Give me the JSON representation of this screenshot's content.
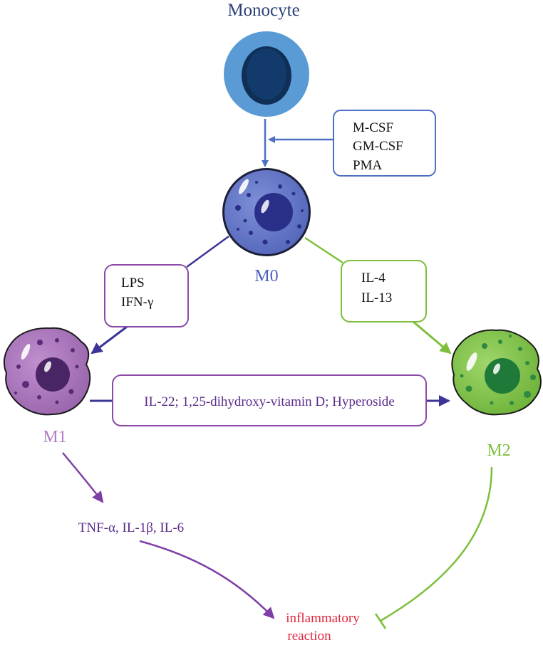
{
  "title": "Monocyte",
  "cells": {
    "m0": {
      "label": "M0"
    },
    "m1": {
      "label": "M1"
    },
    "m2": {
      "label": "M2"
    }
  },
  "boxes": {
    "differentiation": {
      "lines": [
        "M-CSF",
        "GM-CSF",
        "PMA"
      ]
    },
    "m1_inducers": {
      "lines": [
        "LPS",
        "IFN-γ"
      ]
    },
    "m2_inducers": {
      "lines": [
        "IL-4",
        "IL-13"
      ]
    },
    "repolarization": {
      "text": "IL-22; 1,25-dihydroxy-vitamin D; Hyperoside"
    }
  },
  "cytokines": {
    "text": "TNF-α, IL-1β, IL-6"
  },
  "outcome": {
    "lines": [
      "inflammatory",
      "reaction"
    ]
  },
  "colors": {
    "monocyte": "#5b9bd5",
    "m0": "#5a6fc0",
    "m1": "#a977b8",
    "m2": "#7fc241",
    "blue_text": "#2a3f7a",
    "purple_arrow": "#3b3597",
    "green": "#7dbf3b",
    "red": "#e0263d"
  }
}
